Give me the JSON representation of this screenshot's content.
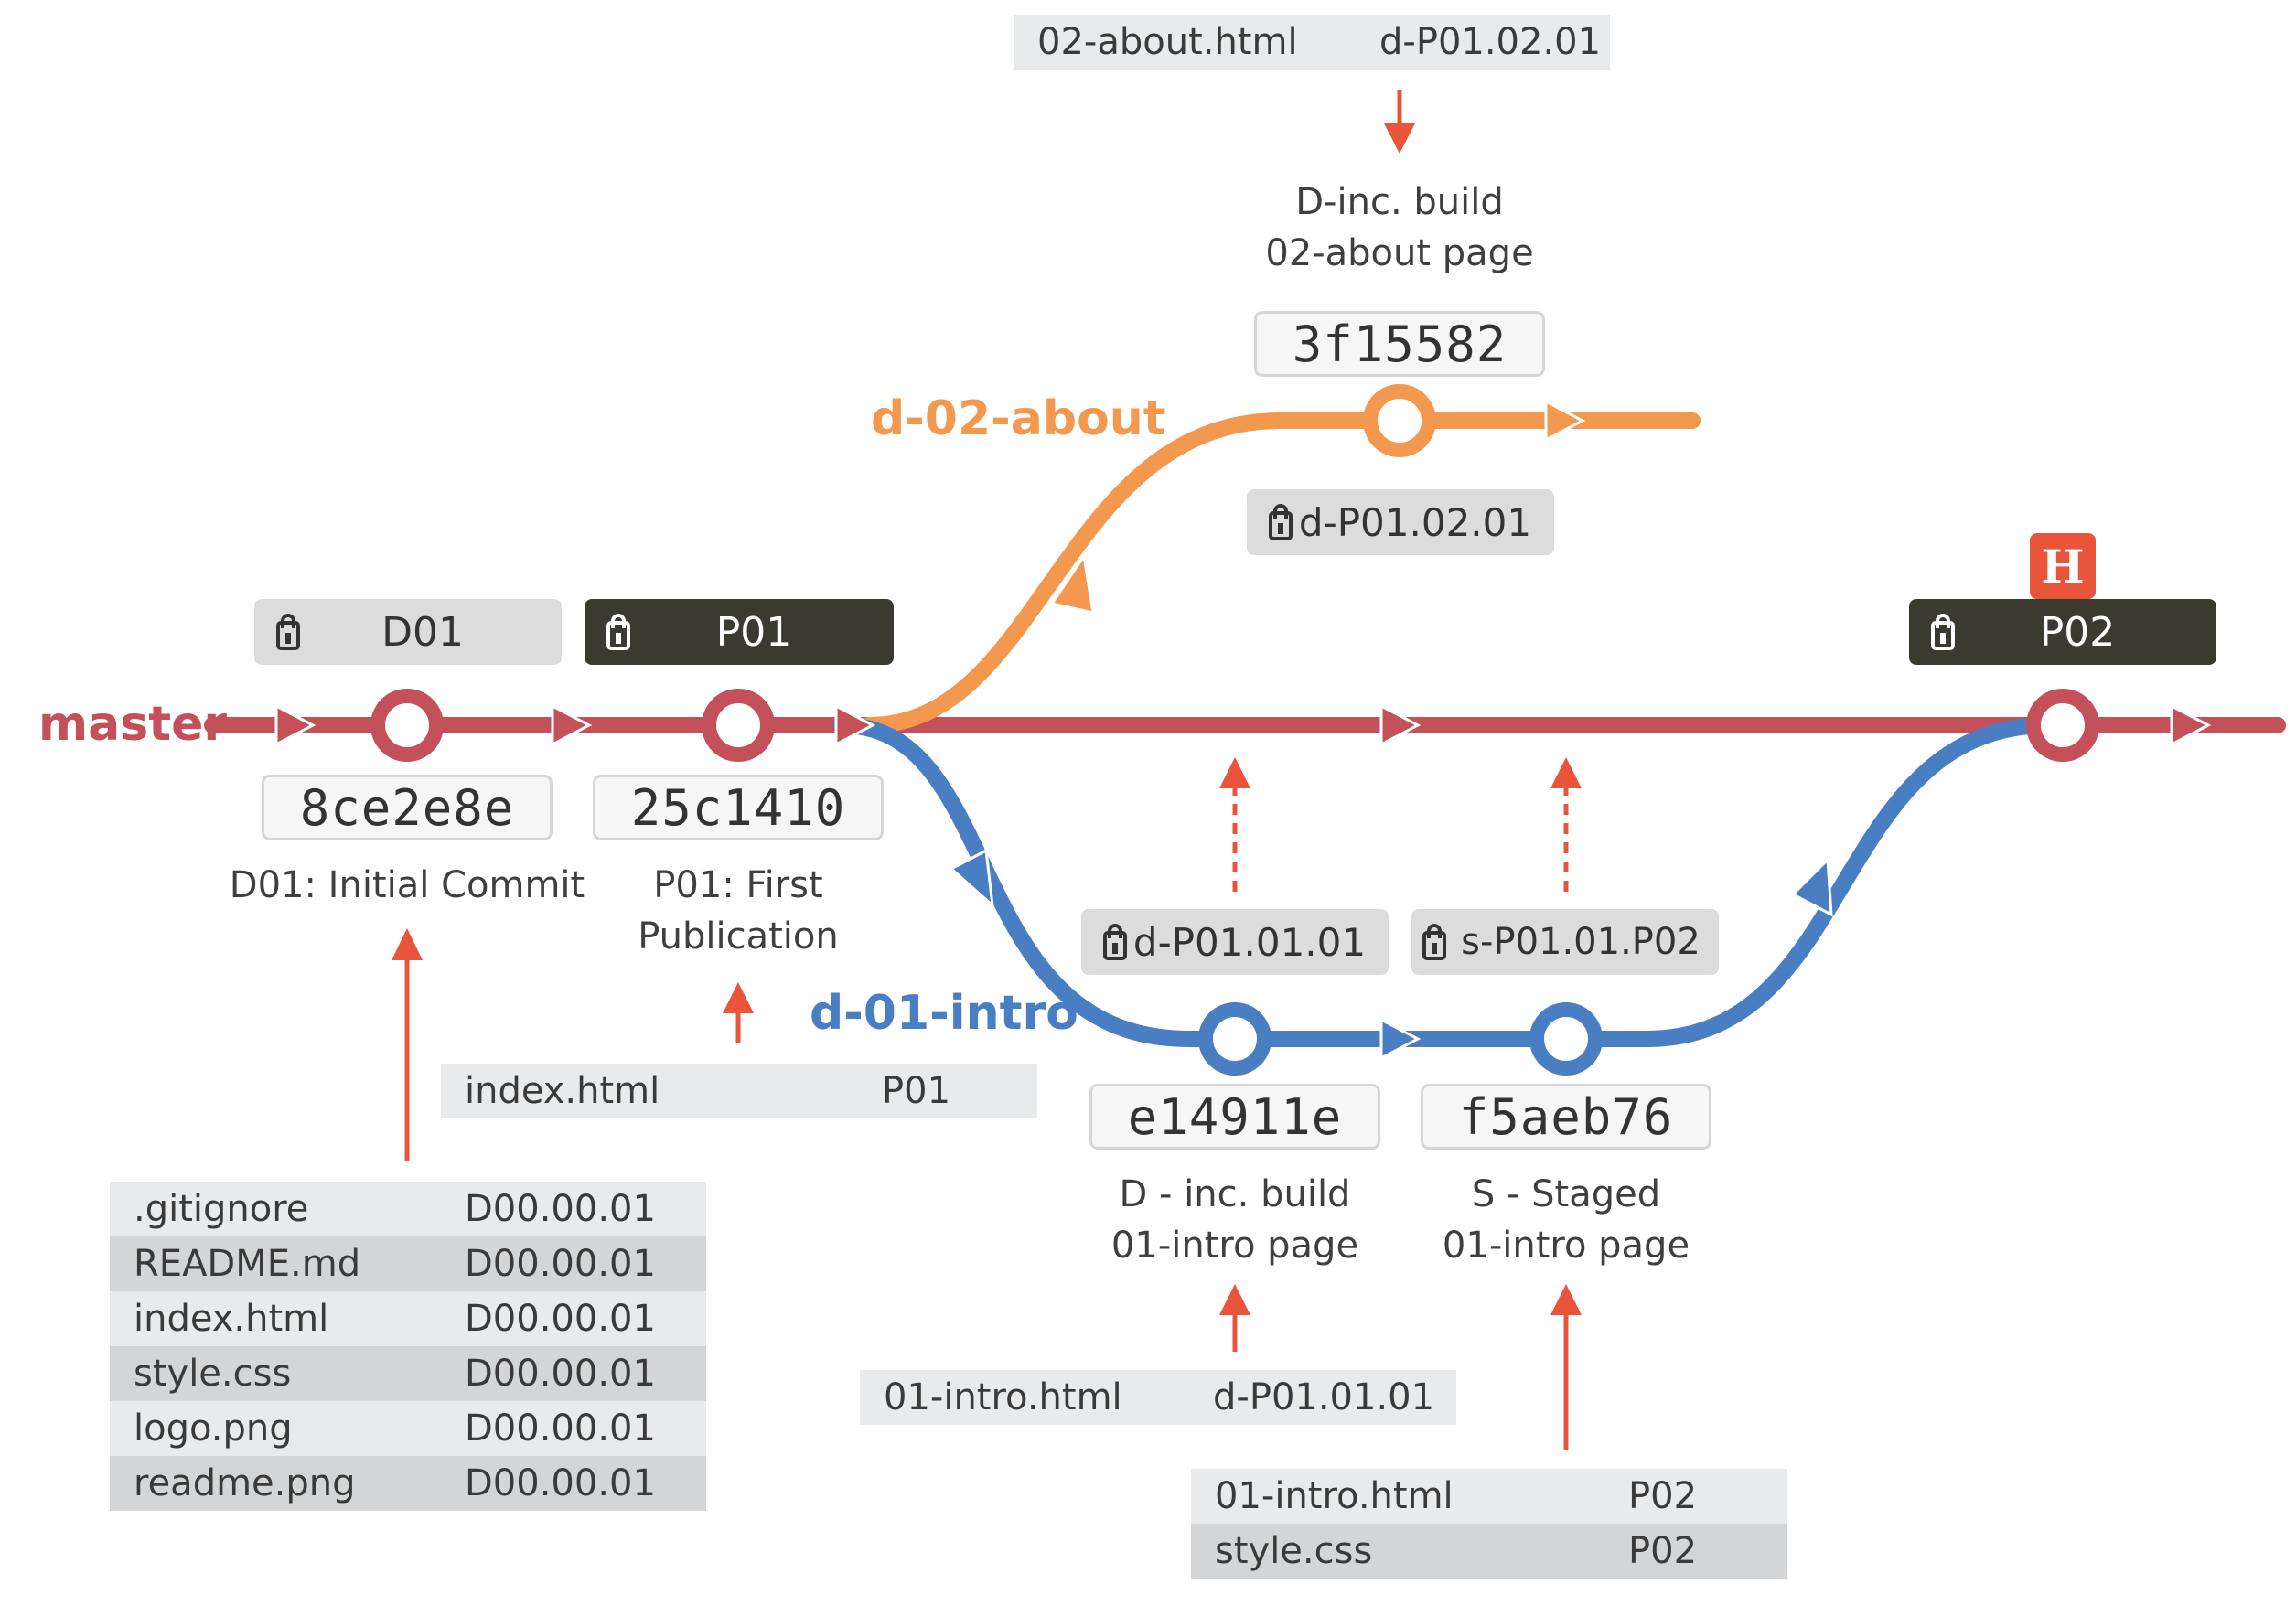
{
  "colors": {
    "master": "#c4505a",
    "intro": "#4a7ec2",
    "about": "#f2994f",
    "arrow": "#e9553b",
    "tag_light": "#dcdcdc",
    "tag_dark": "#3a3a31",
    "table_light": "#e8eaeb",
    "table_dark": "#d3d5d6"
  },
  "branches": {
    "master": "master",
    "intro": "d-01-intro",
    "about": "d-02-about"
  },
  "commits": [
    {
      "hash": "8ce2e8e",
      "message": [
        "D01: Initial Commit"
      ]
    },
    {
      "hash": "25c1410",
      "message": [
        "P01: First",
        "Publication"
      ]
    },
    {
      "hash": "3f15582",
      "message": [
        "D-inc. build",
        "02-about page"
      ]
    },
    {
      "hash": "e14911e",
      "message": [
        "D - inc. build",
        "01-intro page"
      ]
    },
    {
      "hash": "f5aeb76",
      "message": [
        "S - Staged",
        "01-intro page"
      ]
    }
  ],
  "tags": [
    {
      "label": "D01",
      "style": "light",
      "icon": "lock-icon"
    },
    {
      "label": "P01",
      "style": "dark",
      "icon": "lock-icon"
    },
    {
      "label": "P02",
      "style": "dark",
      "icon": "lock-icon"
    },
    {
      "label": "d-P01.02.01",
      "style": "light",
      "icon": "lock-icon"
    },
    {
      "label": "d-P01.01.01",
      "style": "light",
      "icon": "lock-icon"
    },
    {
      "label": "s-P01.01.P02",
      "style": "light",
      "icon": "lock-icon"
    }
  ],
  "head": {
    "label": "H"
  },
  "file_tables": {
    "initial": [
      {
        "file": ".gitignore",
        "version": "D00.00.01"
      },
      {
        "file": "README.md",
        "version": "D00.00.01"
      },
      {
        "file": "index.html",
        "version": "D00.00.01"
      },
      {
        "file": "style.css",
        "version": "D00.00.01"
      },
      {
        "file": "logo.png",
        "version": "D00.00.01"
      },
      {
        "file": "readme.png",
        "version": "D00.00.01"
      }
    ],
    "p01": [
      {
        "file": "index.html",
        "version": "P01"
      }
    ],
    "about": [
      {
        "file": "02-about.html",
        "version": "d-P01.02.01"
      }
    ],
    "intro": [
      {
        "file": "01-intro.html",
        "version": "d-P01.01.01"
      }
    ],
    "staged": [
      {
        "file": "01-intro.html",
        "version": "P02"
      },
      {
        "file": "style.css",
        "version": "P02"
      }
    ]
  }
}
